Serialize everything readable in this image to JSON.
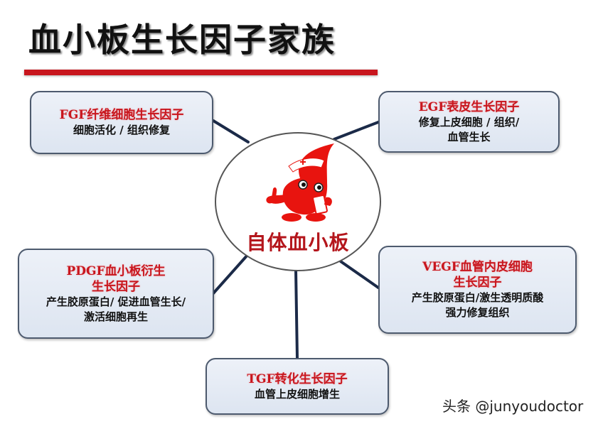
{
  "title": "血小板生长因子家族",
  "colors": {
    "accent_red": "#c8161e",
    "box_border": "#4d5a6e",
    "box_fill": "#e3e9f4",
    "connector": "#1b2a48"
  },
  "center": {
    "label": "自体血小板",
    "icon": "blood-drop-nurse-mascot-icon"
  },
  "boxes": {
    "fgf": {
      "head": "FGF纤维细胞生长因子",
      "desc1": "细胞活化 / 组织修复"
    },
    "egf": {
      "head": "EGF表皮生长因子",
      "desc1": "修复上皮细胞 / 组织/",
      "desc2": "血管生长"
    },
    "pdgf": {
      "head1": "PDGF血小板衍生",
      "head2": "生长因子",
      "desc1": "产生胶原蛋白/ 促进血管生长/",
      "desc2": "激活细胞再生"
    },
    "vegf": {
      "head1": "VEGF血管内皮细胞",
      "head2": "生长因子",
      "desc1": "产生胶原蛋白/激生透明质酸",
      "desc2": "强力修复组织"
    },
    "tgf": {
      "head": "TGF转化生长因子",
      "desc1": "血管上皮细胞增生"
    }
  },
  "watermark": "头条 @junyoudoctor"
}
